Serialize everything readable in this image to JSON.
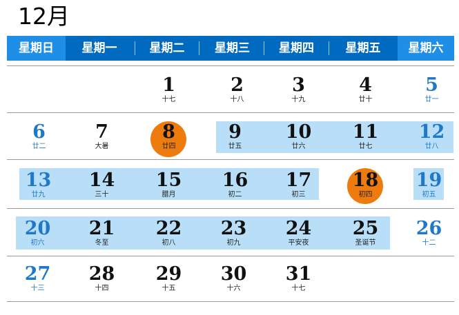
{
  "title": "12月",
  "weekdays": [
    "星期日",
    "星期一",
    "星期二",
    "星期三",
    "星期四",
    "星期五",
    "星期六"
  ],
  "colors": {
    "header": "#0069c0",
    "weekend_header": "#1f8ee6",
    "highlight": "#b9dff8",
    "today": "#ee7b0e",
    "weekend_text": "#1f78c8"
  },
  "weeks": [
    [
      null,
      null,
      {
        "day": "1",
        "lunar": "十七"
      },
      {
        "day": "2",
        "lunar": "十八"
      },
      {
        "day": "3",
        "lunar": "十九"
      },
      {
        "day": "4",
        "lunar": "廿十"
      },
      {
        "day": "5",
        "lunar": "廿一"
      }
    ],
    [
      {
        "day": "6",
        "lunar": "廿二"
      },
      {
        "day": "7",
        "lunar": "大暑"
      },
      {
        "day": "8",
        "lunar": "廿四"
      },
      {
        "day": "9",
        "lunar": "廿五"
      },
      {
        "day": "10",
        "lunar": "廿六"
      },
      {
        "day": "11",
        "lunar": "廿七"
      },
      {
        "day": "12",
        "lunar": "廿八"
      }
    ],
    [
      {
        "day": "13",
        "lunar": "廿九"
      },
      {
        "day": "14",
        "lunar": "三十"
      },
      {
        "day": "15",
        "lunar": "腊月"
      },
      {
        "day": "16",
        "lunar": "初二"
      },
      {
        "day": "17",
        "lunar": "初三"
      },
      {
        "day": "18",
        "lunar": "初四"
      },
      {
        "day": "19",
        "lunar": "初五"
      }
    ],
    [
      {
        "day": "20",
        "lunar": "初六"
      },
      {
        "day": "21",
        "lunar": "冬至"
      },
      {
        "day": "22",
        "lunar": "初八"
      },
      {
        "day": "23",
        "lunar": "初九"
      },
      {
        "day": "24",
        "lunar": "平安夜"
      },
      {
        "day": "25",
        "lunar": "圣诞节"
      },
      {
        "day": "26",
        "lunar": "十二"
      }
    ],
    [
      {
        "day": "27",
        "lunar": "十三"
      },
      {
        "day": "28",
        "lunar": "十四"
      },
      {
        "day": "29",
        "lunar": "十五"
      },
      {
        "day": "30",
        "lunar": "十六"
      },
      {
        "day": "31",
        "lunar": "十七"
      },
      null,
      null
    ]
  ]
}
